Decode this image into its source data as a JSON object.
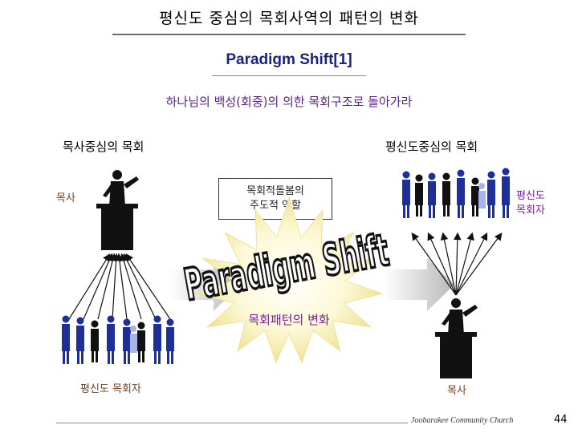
{
  "slide": {
    "title": "평신도 중심의 목회사역의 패턴의 변화",
    "subtitle": "Paradigm Shift[1]",
    "motto": "하나님의 백성(회중)의 의한 목회구조로 돌아가라"
  },
  "left_column": {
    "heading": "목사중심의 목회",
    "pastor_label": "목사",
    "laity_label": "평신도 목회자"
  },
  "right_column": {
    "heading": "평신도중심의 목회",
    "laity_label_line1": "평신도",
    "laity_label_line2": "목회자",
    "pastor_label": "목사"
  },
  "center": {
    "role_box_line1": "목회적돌봄의",
    "role_box_line2": "주도적 역할",
    "burst_word": "Paradigm Shift",
    "burst_caption": "목회패턴의 변화"
  },
  "colors": {
    "navy": "#1a237e",
    "purple": "#7a1f9a",
    "burst_fill": "#fbf7c9",
    "burst_edge": "#f0e6a0",
    "arrow_grey": "#c8c8c8"
  },
  "footer": {
    "church": "Joobarakee Community Church",
    "page": "44"
  }
}
